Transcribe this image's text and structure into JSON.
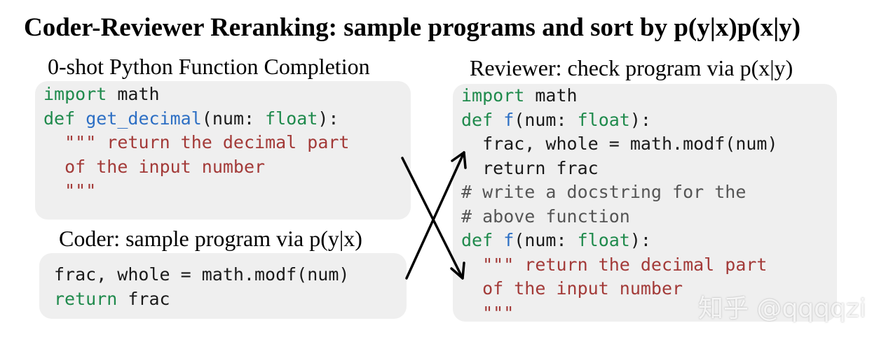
{
  "title": "Coder-Reviewer Reranking: sample programs and sort by p(y|x)p(x|y)",
  "prompt_panel": {
    "caption": "0-shot Python Function Completion",
    "lines": [
      [
        {
          "t": "import",
          "c": "kw"
        },
        {
          "t": " math",
          "c": ""
        }
      ],
      [
        {
          "t": "def",
          "c": "kw"
        },
        {
          "t": " ",
          "c": ""
        },
        {
          "t": "get_decimal",
          "c": "fn"
        },
        {
          "t": "(num: ",
          "c": ""
        },
        {
          "t": "float",
          "c": "ty"
        },
        {
          "t": "):",
          "c": ""
        }
      ],
      [
        {
          "t": "  \"\"\" return the decimal part",
          "c": "doc"
        }
      ],
      [
        {
          "t": "  of the input number",
          "c": "doc"
        }
      ],
      [
        {
          "t": "  \"\"\"",
          "c": "doc"
        }
      ]
    ]
  },
  "coder_panel": {
    "caption": "Coder: sample program via p(y|x)",
    "lines": [
      [
        {
          "t": "frac, whole = math.modf(num)",
          "c": ""
        }
      ],
      [
        {
          "t": "return",
          "c": "kw"
        },
        {
          "t": " frac",
          "c": ""
        }
      ]
    ]
  },
  "reviewer_panel": {
    "caption": "Reviewer: check program via p(x|y)",
    "lines": [
      [
        {
          "t": "import",
          "c": "kw"
        },
        {
          "t": " math",
          "c": ""
        }
      ],
      [
        {
          "t": "def",
          "c": "kw"
        },
        {
          "t": " ",
          "c": ""
        },
        {
          "t": "f",
          "c": "fn"
        },
        {
          "t": "(num: ",
          "c": ""
        },
        {
          "t": "float",
          "c": "ty"
        },
        {
          "t": "):",
          "c": ""
        }
      ],
      [
        {
          "t": "  frac, whole = math.modf(num)",
          "c": ""
        }
      ],
      [
        {
          "t": "  return frac",
          "c": ""
        }
      ],
      [
        {
          "t": "# write a docstring for the",
          "c": "cm"
        }
      ],
      [
        {
          "t": "# above function",
          "c": "cm"
        }
      ],
      [
        {
          "t": "def",
          "c": "kw"
        },
        {
          "t": " ",
          "c": ""
        },
        {
          "t": "f",
          "c": "fn"
        },
        {
          "t": "(num: ",
          "c": ""
        },
        {
          "t": "float",
          "c": "ty"
        },
        {
          "t": "):",
          "c": ""
        }
      ],
      [
        {
          "t": "  \"\"\" return the decimal part",
          "c": "doc"
        }
      ],
      [
        {
          "t": "  of the input number",
          "c": "doc"
        }
      ],
      [
        {
          "t": "  \"\"\"",
          "c": "doc"
        }
      ]
    ]
  },
  "watermark": "知乎 @qqqqzi",
  "colors": {
    "keyword": "#1f8a4c",
    "function": "#2d6fc4",
    "docstring": "#a33a38",
    "comment": "#555555",
    "panel": "#efefef"
  }
}
